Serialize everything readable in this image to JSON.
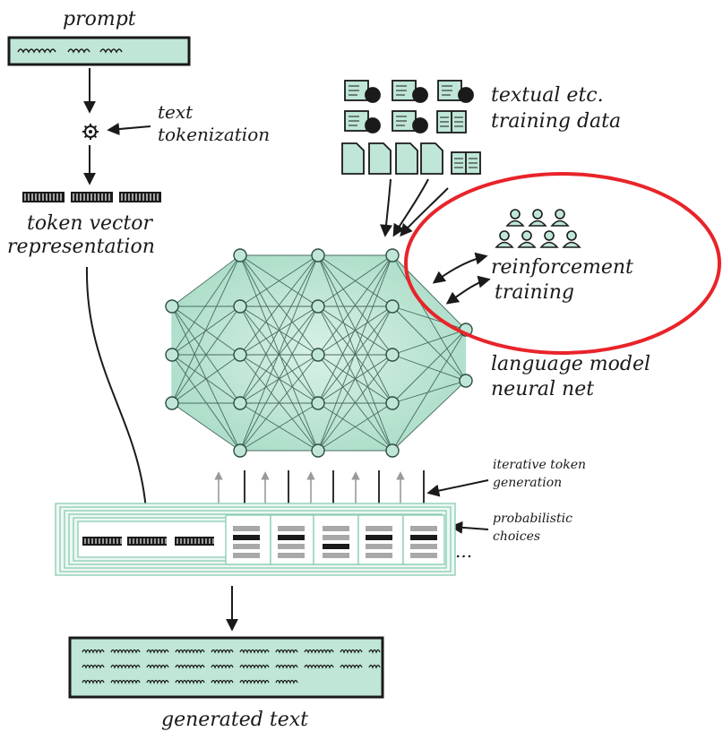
{
  "labels": {
    "prompt": "prompt",
    "text_tokenization_1": "text",
    "text_tokenization_2": "tokenization",
    "token_vector_1": "token vector",
    "token_vector_2": "representation",
    "training_data_1": "textual etc.",
    "training_data_2": "training data",
    "reinforcement_1": "reinforcement",
    "reinforcement_2": "training",
    "language_model_1": "language model",
    "neural_net_2": "neural net",
    "iterative_1": "iterative token",
    "iterative_2": "generation",
    "probabilistic_1": "probabilistic",
    "probabilistic_2": "choices",
    "ellipsis": "...",
    "generated_text": "generated text"
  },
  "colors": {
    "mint": "#bfe6d6",
    "mint_dark": "#8fcfb5",
    "ink": "#1a1a1a",
    "highlight_red": "#e8242a",
    "gray": "#9a9a9a"
  }
}
